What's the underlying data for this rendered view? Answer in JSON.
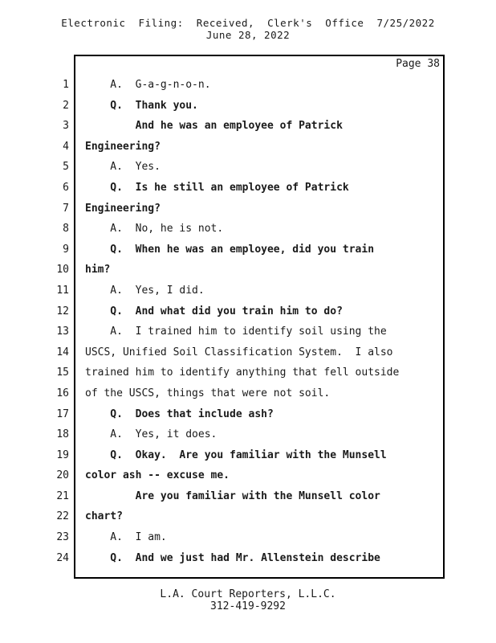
{
  "header": {
    "line1": "Electronic  Filing:  Received,  Clerk's  Office  7/25/2022",
    "line2": "June 28, 2022"
  },
  "page_label": "Page 38",
  "transcript": {
    "lines": [
      {
        "num": "1",
        "text": "    A.  G-a-g-n-o-n.",
        "bold": false
      },
      {
        "num": "2",
        "text": "    Q.  Thank you.",
        "bold": true
      },
      {
        "num": "3",
        "text": "        And he was an employee of Patrick",
        "bold": true
      },
      {
        "num": "4",
        "text": "Engineering?",
        "bold": true
      },
      {
        "num": "5",
        "text": "    A.  Yes.",
        "bold": false
      },
      {
        "num": "6",
        "text": "    Q.  Is he still an employee of Patrick",
        "bold": true
      },
      {
        "num": "7",
        "text": "Engineering?",
        "bold": true
      },
      {
        "num": "8",
        "text": "    A.  No, he is not.",
        "bold": false
      },
      {
        "num": "9",
        "text": "    Q.  When he was an employee, did you train",
        "bold": true
      },
      {
        "num": "10",
        "text": "him?",
        "bold": true
      },
      {
        "num": "11",
        "text": "    A.  Yes, I did.",
        "bold": false
      },
      {
        "num": "12",
        "text": "    Q.  And what did you train him to do?",
        "bold": true
      },
      {
        "num": "13",
        "text": "    A.  I trained him to identify soil using the",
        "bold": false
      },
      {
        "num": "14",
        "text": "USCS, Unified Soil Classification System.  I also",
        "bold": false
      },
      {
        "num": "15",
        "text": "trained him to identify anything that fell outside",
        "bold": false
      },
      {
        "num": "16",
        "text": "of the USCS, things that were not soil.",
        "bold": false
      },
      {
        "num": "17",
        "text": "    Q.  Does that include ash?",
        "bold": true
      },
      {
        "num": "18",
        "text": "    A.  Yes, it does.",
        "bold": false
      },
      {
        "num": "19",
        "text": "    Q.  Okay.  Are you familiar with the Munsell",
        "bold": true
      },
      {
        "num": "20",
        "text": "color ash -- excuse me.",
        "bold": true
      },
      {
        "num": "21",
        "text": "        Are you familiar with the Munsell color",
        "bold": true
      },
      {
        "num": "22",
        "text": "chart?",
        "bold": true
      },
      {
        "num": "23",
        "text": "    A.  I am.",
        "bold": false
      },
      {
        "num": "24",
        "text": "    Q.  And we just had Mr. Allenstein describe",
        "bold": true
      }
    ]
  },
  "footer": {
    "line1": "L.A. Court Reporters, L.L.C.",
    "line2": "312-419-9292"
  }
}
